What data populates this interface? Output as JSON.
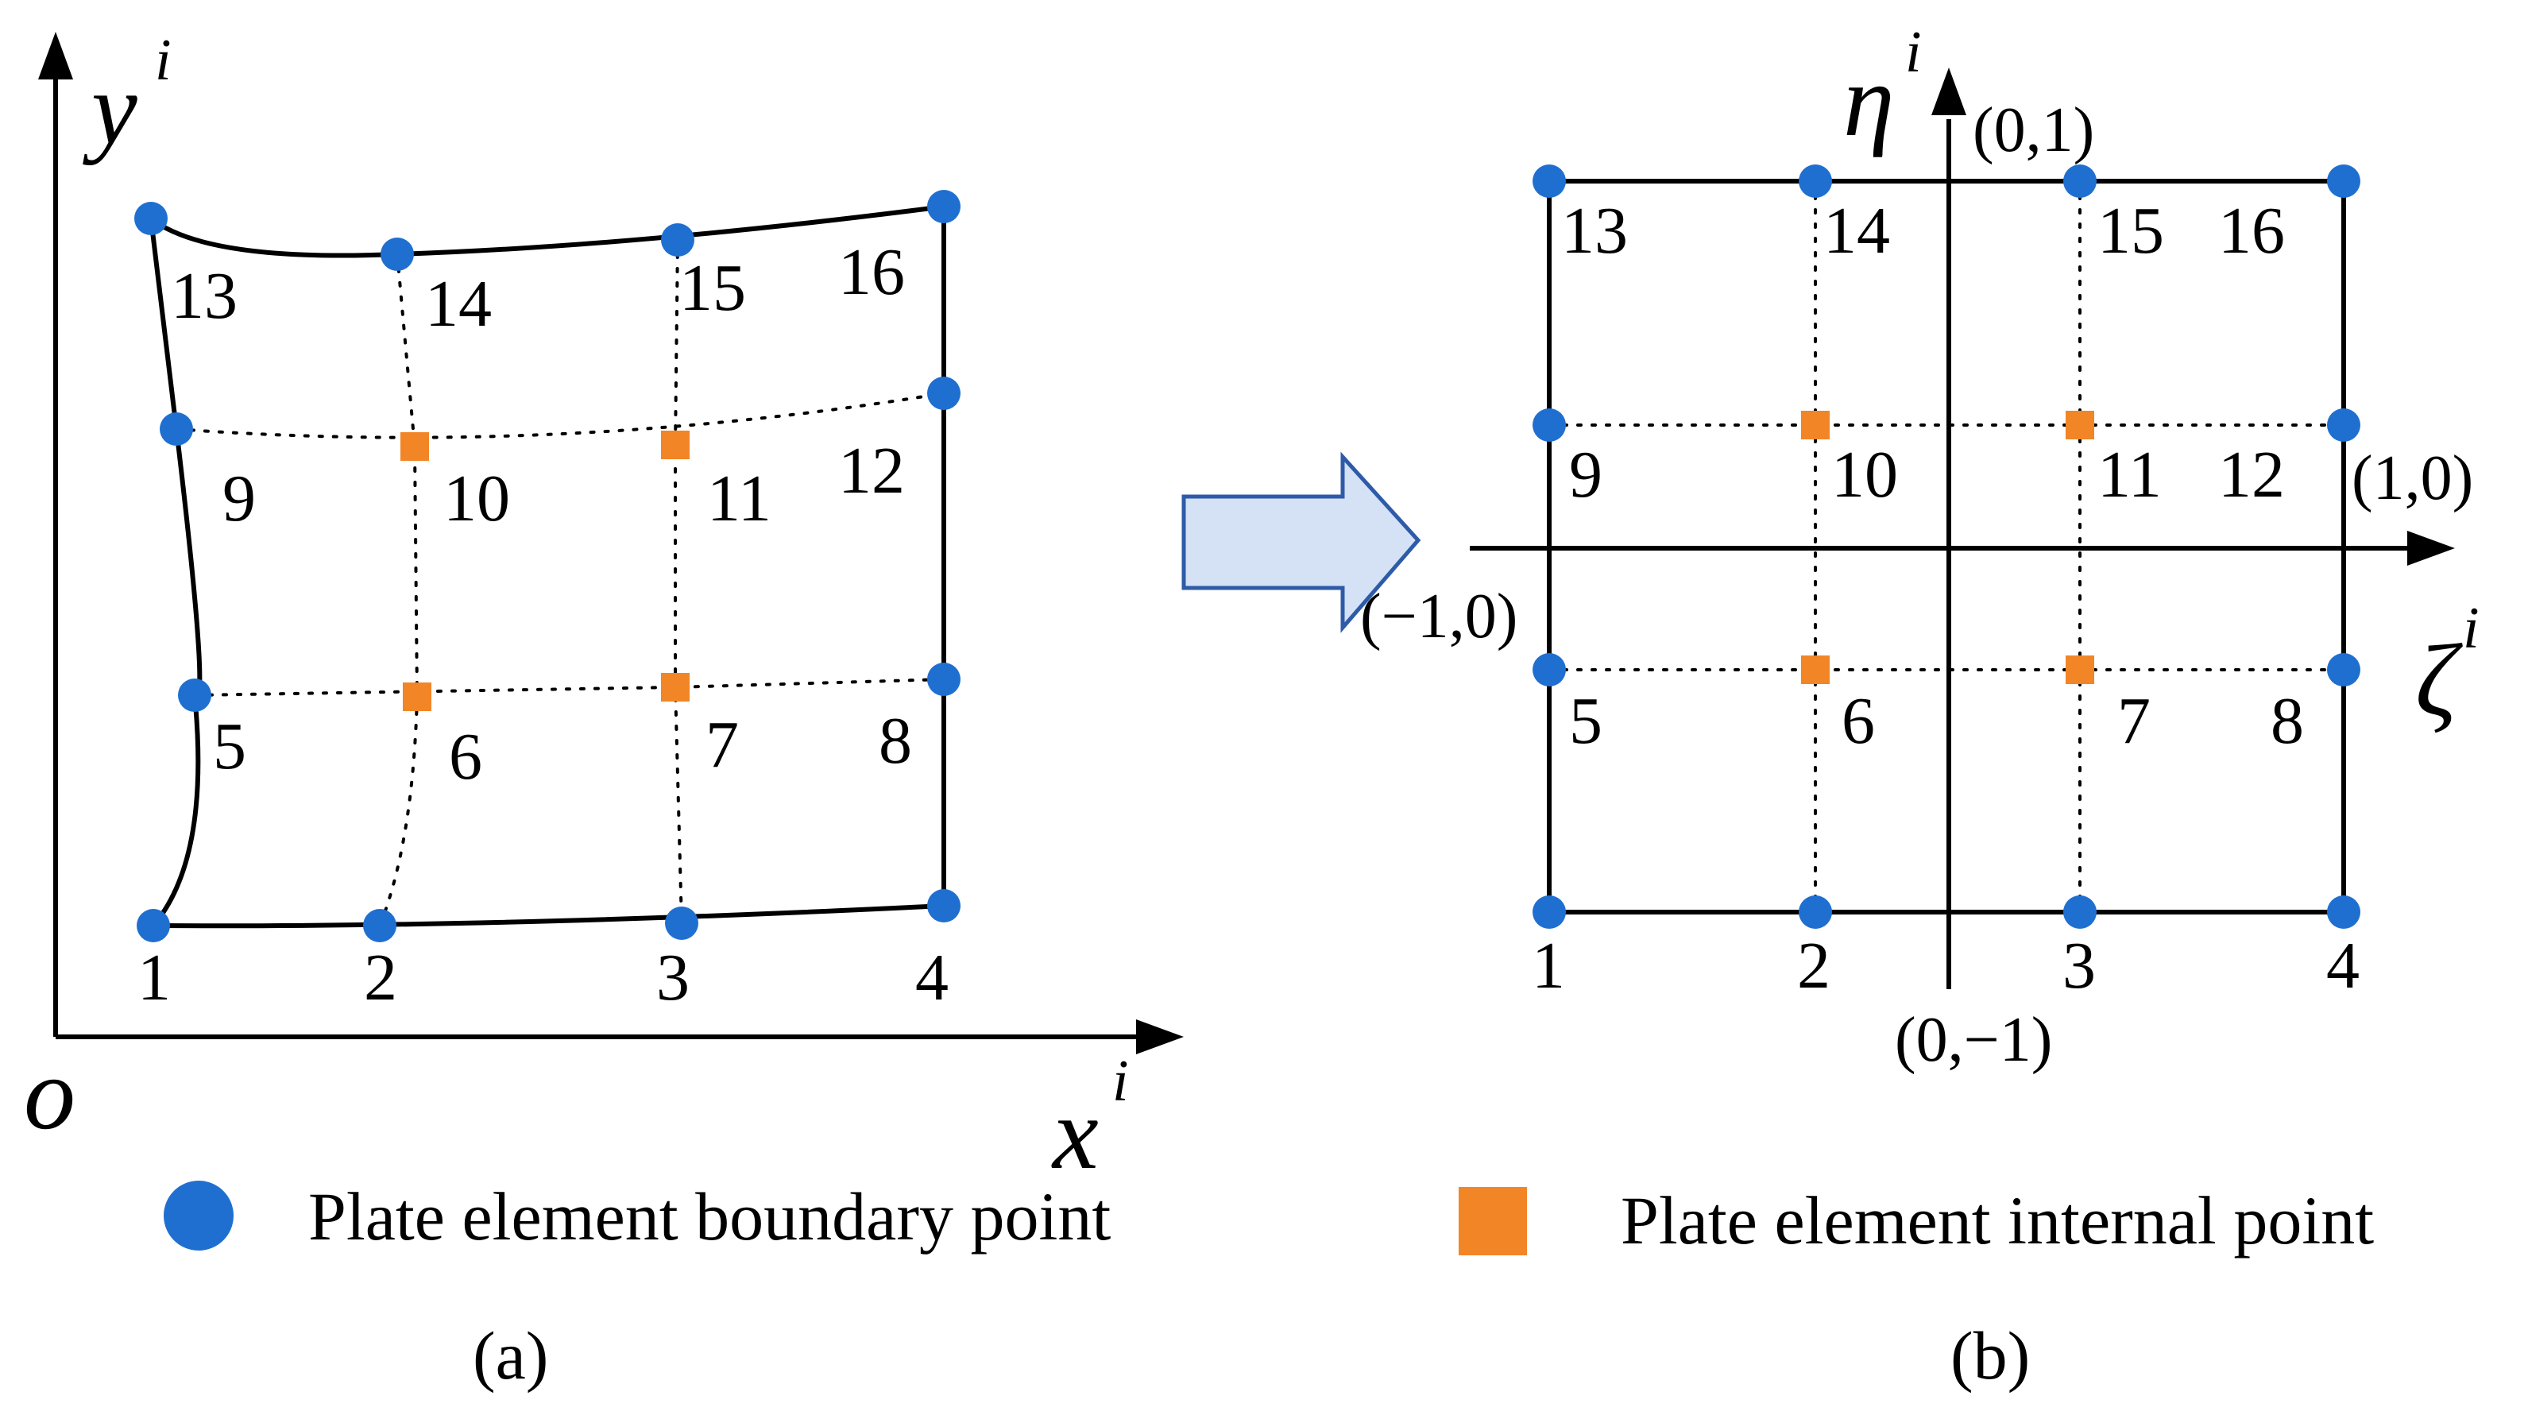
{
  "colors": {
    "boundary_point": "#1f6fd1",
    "internal_point": "#f28526",
    "arrow_fill": "#d5e2f5",
    "arrow_stroke": "#2e5ba8",
    "line": "#000000"
  },
  "panel_a": {
    "caption": "(a)",
    "origin_label": "o",
    "x_axis": {
      "symbol": "x",
      "sup": "i"
    },
    "y_axis": {
      "symbol": "y",
      "sup": "i"
    },
    "node_labels": [
      "1",
      "2",
      "3",
      "4",
      "5",
      "6",
      "7",
      "8",
      "9",
      "10",
      "11",
      "12",
      "13",
      "14",
      "15",
      "16"
    ]
  },
  "panel_b": {
    "caption": "(b)",
    "h_axis": {
      "symbol": "ζ",
      "sup": "i"
    },
    "v_axis": {
      "symbol": "η",
      "sup": "i"
    },
    "coords": {
      "top": "(0,1)",
      "bottom": "(0,−1)",
      "left": "(−1,0)",
      "right": "(1,0)"
    },
    "node_labels": [
      "1",
      "2",
      "3",
      "4",
      "5",
      "6",
      "7",
      "8",
      "9",
      "10",
      "11",
      "12",
      "13",
      "14",
      "15",
      "16"
    ]
  },
  "legend": {
    "boundary": {
      "label": "Plate element boundary point",
      "icon": "blue-circle-icon"
    },
    "internal": {
      "label": "Plate element internal point",
      "icon": "orange-square-icon"
    }
  },
  "transform_arrow": {
    "icon": "right-arrow-icon"
  }
}
